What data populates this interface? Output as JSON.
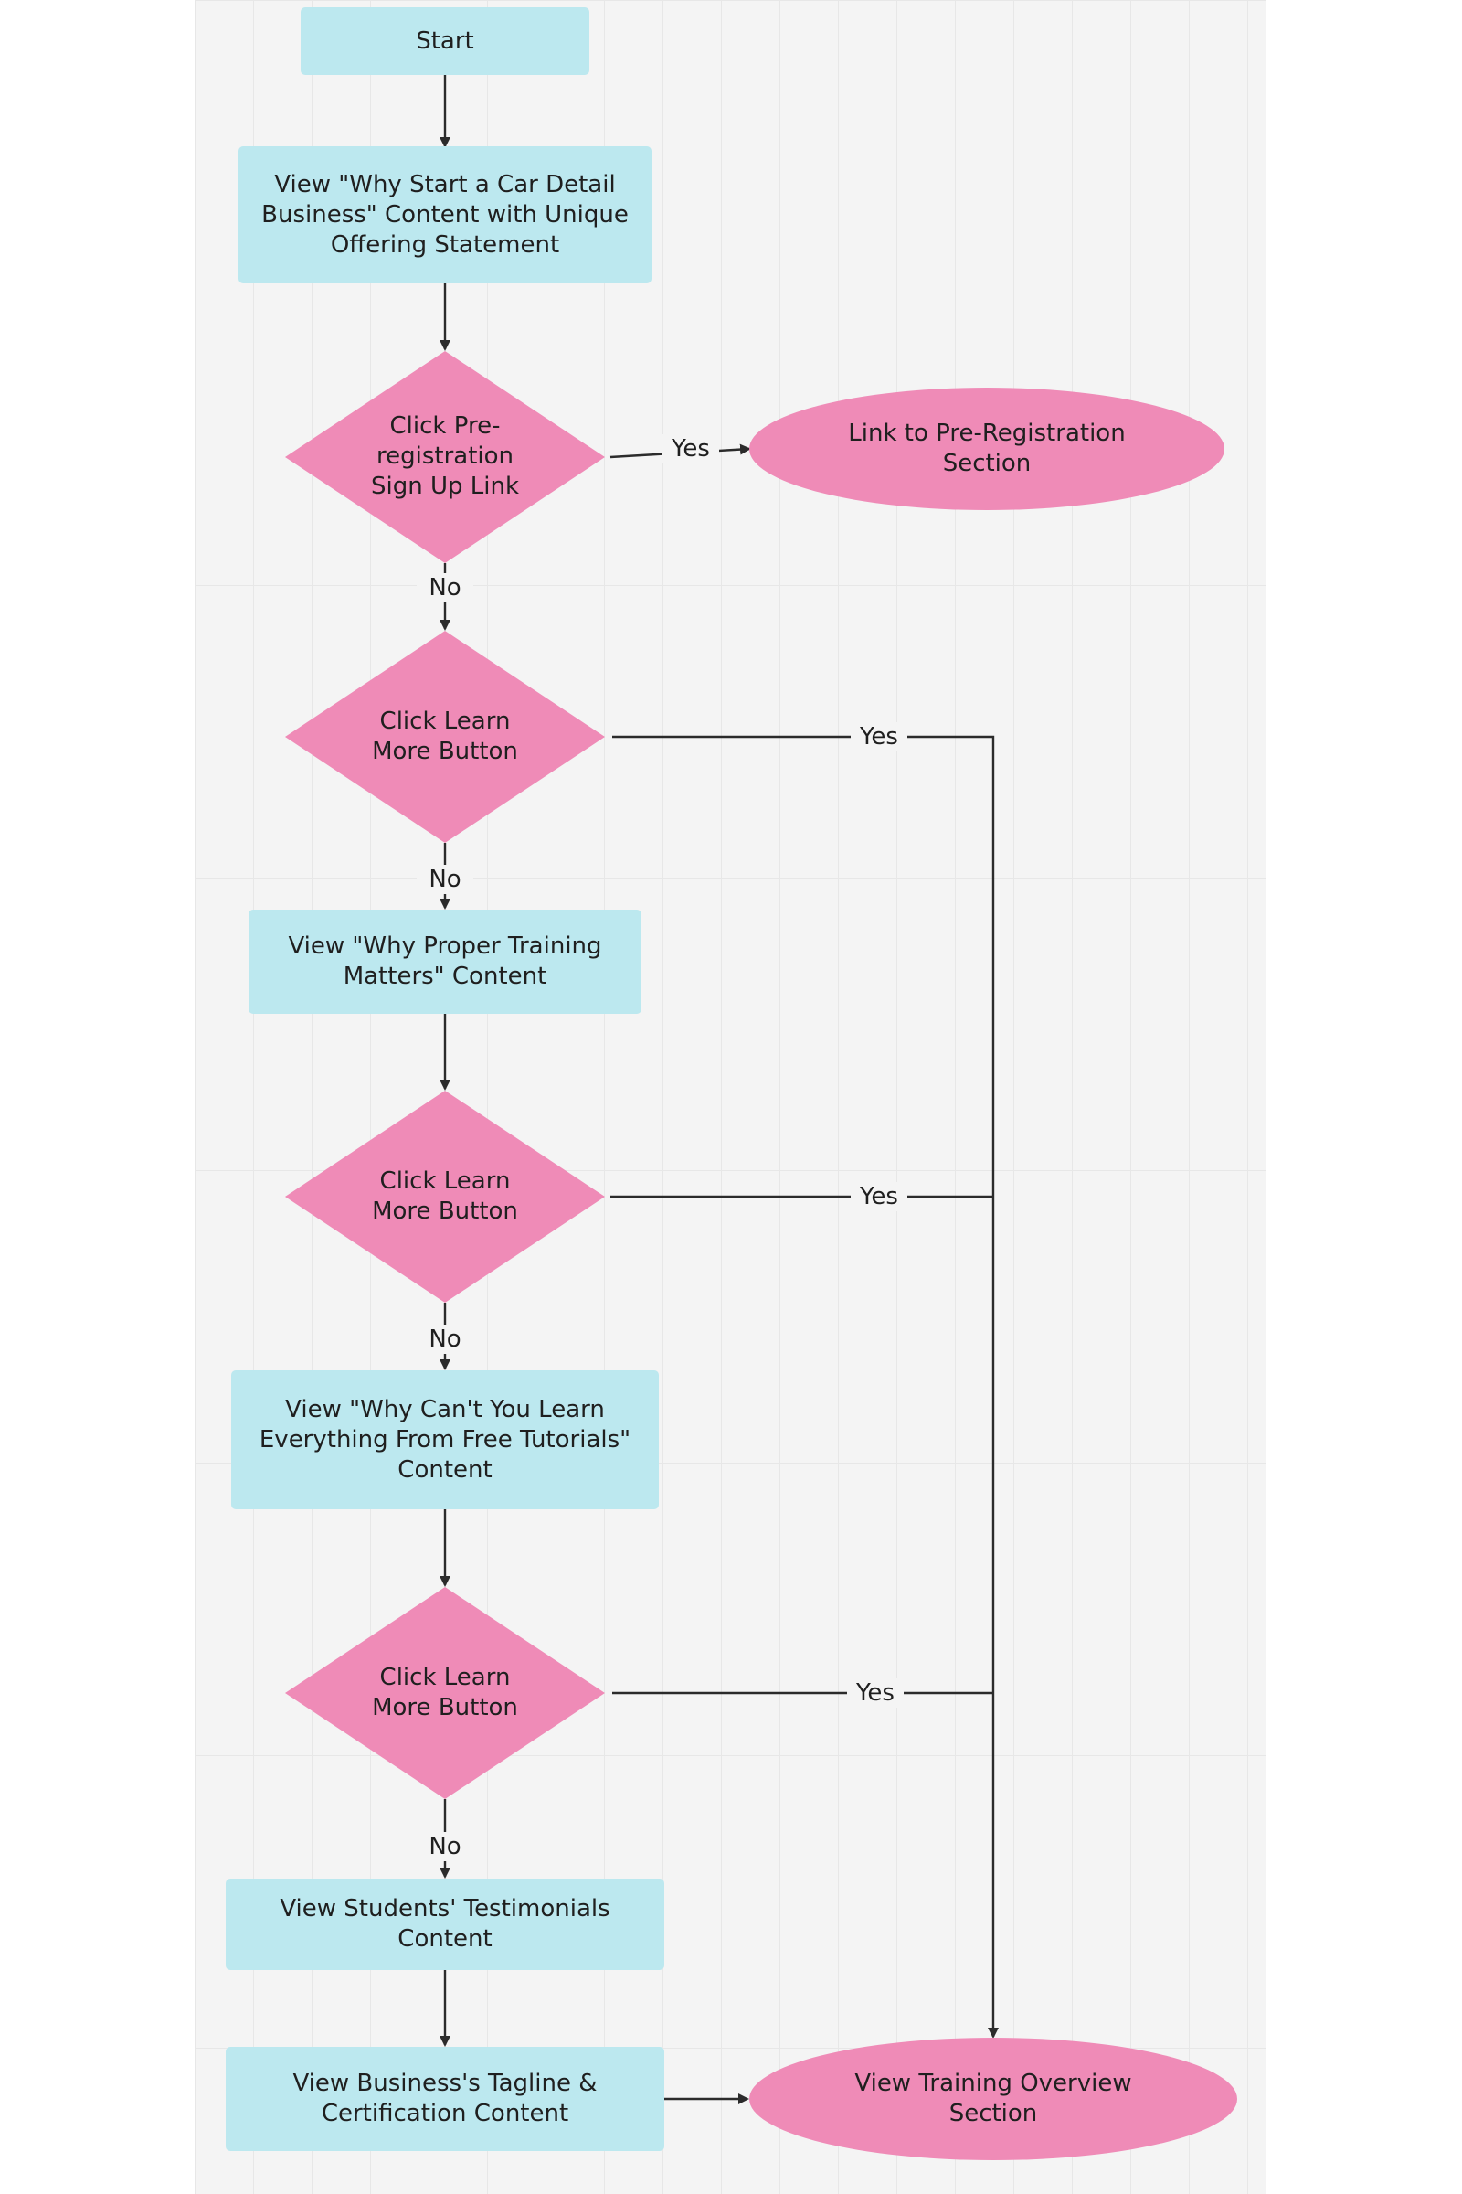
{
  "diagram": {
    "type": "flowchart",
    "colors": {
      "process_fill": "#bce8ef",
      "decision_fill": "#ef8bb7",
      "terminal_fill": "#ef8bb7",
      "start_fill": "#bce8ef",
      "connector": "#2b2b2b",
      "canvas": "#f4f4f4",
      "grid": "#e7e7e7"
    },
    "nodes": {
      "start": {
        "shape": "process",
        "label": "Start"
      },
      "view_why_start": {
        "shape": "process",
        "label": "View \"Why Start a Car Detail\nBusiness\" Content with Unique\nOffering Statement"
      },
      "decision_preregistration": {
        "shape": "decision",
        "label": "Click Pre-\nregistration\nSign Up Link"
      },
      "link_preregistration": {
        "shape": "terminal",
        "label": "Link to Pre-Registration\nSection"
      },
      "decision_learn_more_1": {
        "shape": "decision",
        "label": "Click Learn\nMore Button"
      },
      "view_proper_training": {
        "shape": "process",
        "label": "View \"Why Proper Training\nMatters\" Content"
      },
      "decision_learn_more_2": {
        "shape": "decision",
        "label": "Click Learn\nMore Button"
      },
      "view_free_tutorials": {
        "shape": "process",
        "label": "View \"Why Can't You Learn\nEverything From Free Tutorials\"\nContent"
      },
      "decision_learn_more_3": {
        "shape": "decision",
        "label": "Click Learn\nMore Button"
      },
      "view_testimonials": {
        "shape": "process",
        "label": "View Students' Testimonials\nContent"
      },
      "view_tagline": {
        "shape": "process",
        "label": "View Business's Tagline &\nCertification Content"
      },
      "training_overview": {
        "shape": "terminal",
        "label": "View Training Overview\nSection"
      }
    },
    "edges": [
      {
        "id": "e1",
        "from": "start",
        "to": "view_why_start",
        "label": ""
      },
      {
        "id": "e2",
        "from": "view_why_start",
        "to": "decision_preregistration",
        "label": ""
      },
      {
        "id": "e3",
        "from": "decision_preregistration",
        "to": "link_preregistration",
        "label": "Yes"
      },
      {
        "id": "e4",
        "from": "decision_preregistration",
        "to": "decision_learn_more_1",
        "label": "No"
      },
      {
        "id": "e5",
        "from": "decision_learn_more_1",
        "to": "training_overview",
        "label": "Yes"
      },
      {
        "id": "e6",
        "from": "decision_learn_more_1",
        "to": "view_proper_training",
        "label": "No"
      },
      {
        "id": "e7",
        "from": "view_proper_training",
        "to": "decision_learn_more_2",
        "label": ""
      },
      {
        "id": "e8",
        "from": "decision_learn_more_2",
        "to": "training_overview",
        "label": "Yes"
      },
      {
        "id": "e9",
        "from": "decision_learn_more_2",
        "to": "view_free_tutorials",
        "label": "No"
      },
      {
        "id": "e10",
        "from": "view_free_tutorials",
        "to": "decision_learn_more_3",
        "label": ""
      },
      {
        "id": "e11",
        "from": "decision_learn_more_3",
        "to": "training_overview",
        "label": "Yes"
      },
      {
        "id": "e12",
        "from": "decision_learn_more_3",
        "to": "view_testimonials",
        "label": "No"
      },
      {
        "id": "e13",
        "from": "view_testimonials",
        "to": "view_tagline",
        "label": ""
      },
      {
        "id": "e14",
        "from": "view_tagline",
        "to": "training_overview",
        "label": ""
      }
    ]
  }
}
